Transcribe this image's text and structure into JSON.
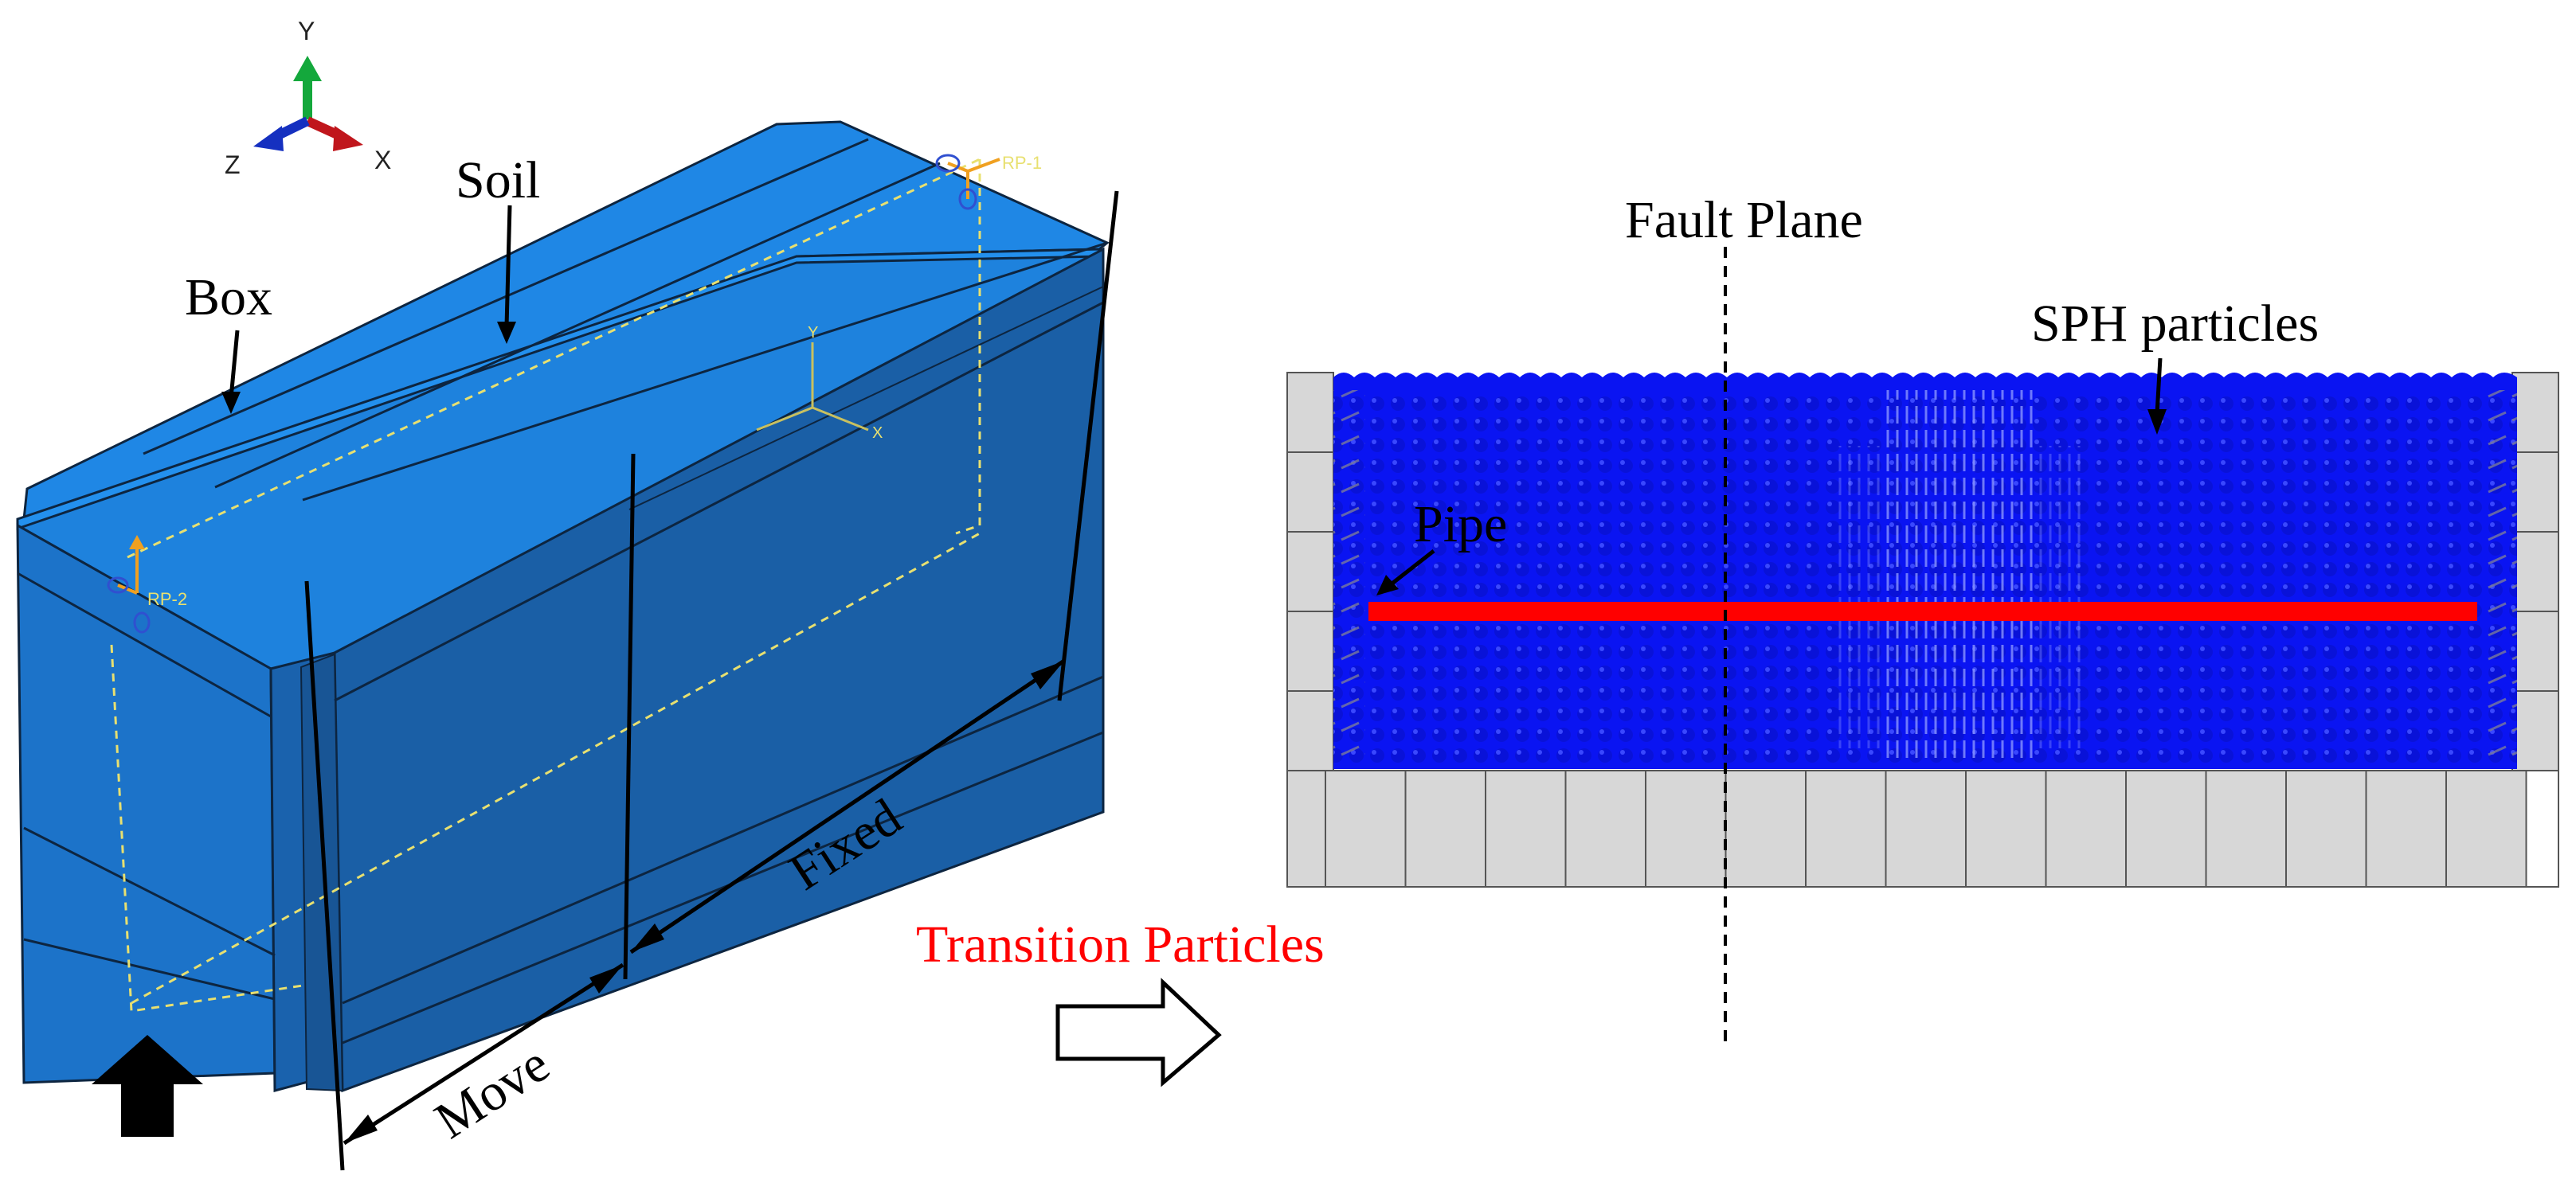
{
  "labels": {
    "box": "Box",
    "soil": "Soil",
    "move": "Move",
    "fixed": "Fixed",
    "transition": "Transition Particles",
    "fault_plane": "Fault Plane",
    "sph": "SPH particles",
    "pipe": "Pipe"
  },
  "triad_main": {
    "x": "X",
    "y": "Y",
    "z": "Z"
  },
  "triad_part": {
    "x": "X",
    "y": "Y"
  },
  "ref_points": {
    "rp1": "RP-1",
    "rp2": "RP-2"
  },
  "colors": {
    "box_top": "#1f87e5",
    "box_front": "#1c73c9",
    "box_side": "#1a5fa6",
    "soil_particles": "#0a14f2",
    "pipe": "#ff0000",
    "transition_text": "#ff0000",
    "grid_cell": "#d7d7d7",
    "axis_x": "#c0161c",
    "axis_y": "#14a83c",
    "axis_z": "#1530c0"
  },
  "icons": {
    "load_arrow": "up-arrow-icon",
    "transition_arrow": "right-outline-arrow-icon"
  }
}
